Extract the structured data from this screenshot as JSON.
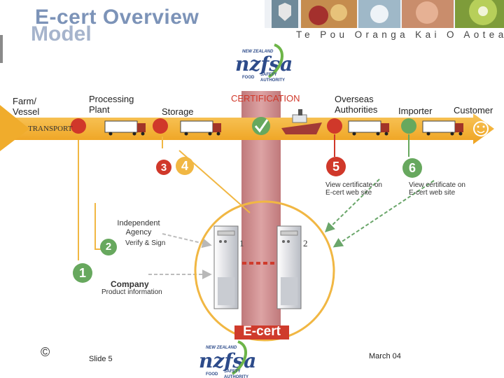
{
  "header": {
    "title_line1": "E-cert Overview",
    "title_line2": "Model",
    "tagline": "Te Pou Oranga Kai O Aotearoa",
    "logo": {
      "country": "NEW ZEALAND",
      "mark": "nzfsa",
      "sub1": "FOOD",
      "sub2": "SAFETY",
      "sub3": "AUTHORITY"
    }
  },
  "chain": {
    "farm": "Farm/ Vessel",
    "processing": "Processing Plant",
    "storage": "Storage",
    "certification": "CERTIFICATION",
    "overseas": "Overseas Authorities",
    "importer": "Importer",
    "customer": "Customer",
    "transport": "TRANSPORT"
  },
  "steps": {
    "s1": "1",
    "s2": "2",
    "s3": "3",
    "s4": "4",
    "s5": "5",
    "s6": "6",
    "s5_note": "View certificate on E-cert web site",
    "s6_note": "View certificate on E-cert web site",
    "agency": "Independent Agency",
    "agency_note": "Verify & Sign",
    "company": "Company",
    "company_note": "Product information",
    "server1": "1",
    "server2": "2",
    "ecert": "E-cert"
  },
  "footer": {
    "copyright": "©",
    "slide": "Slide 5",
    "date": "March 04"
  },
  "colors": {
    "arrow": "#f5b335",
    "red_dot": "#d0382a",
    "green_dot": "#67a85e",
    "pillar": "#c77b7c",
    "ecert_bar": "#cf3b2c"
  }
}
